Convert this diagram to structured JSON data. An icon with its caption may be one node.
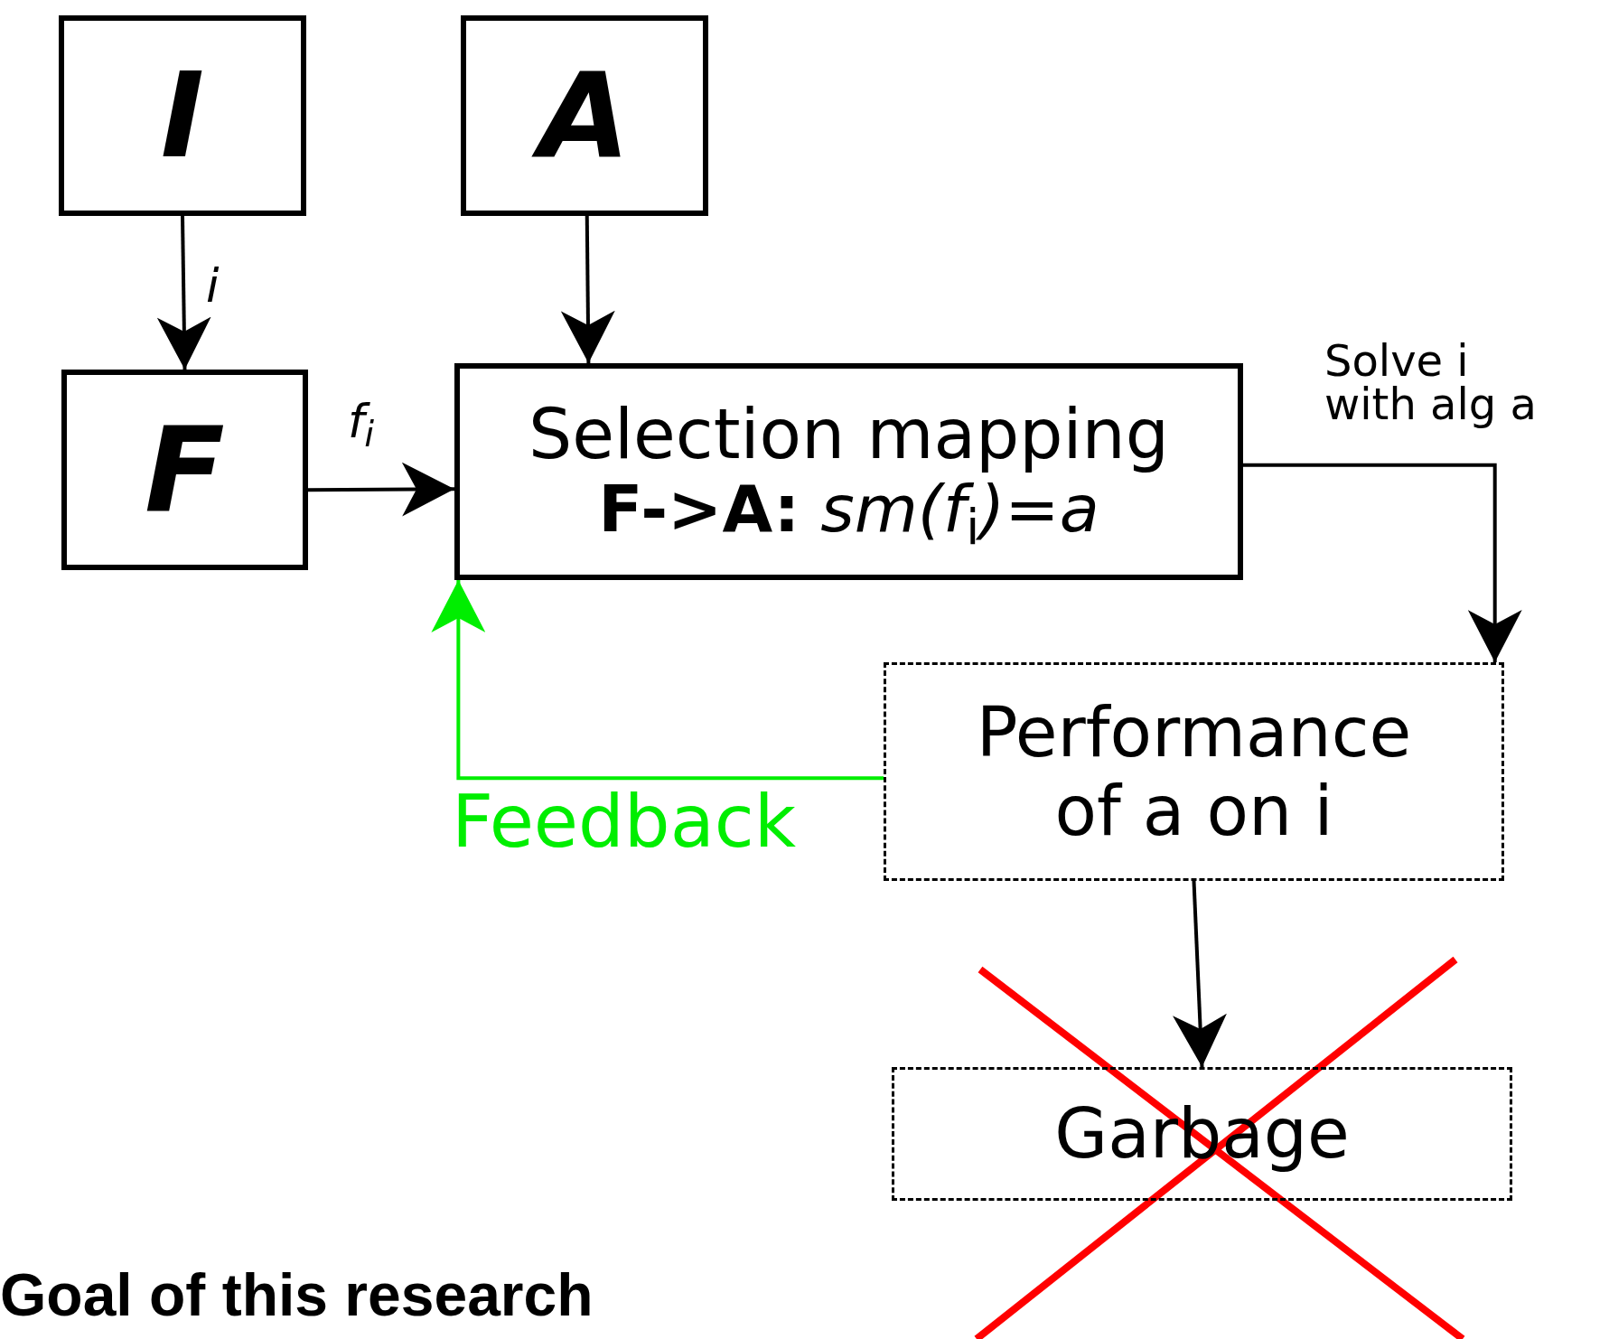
{
  "diagram": {
    "nodes": [
      {
        "text": [
          "I"
        ]
      },
      {
        "text": [
          "A"
        ]
      },
      {
        "text": [
          "F"
        ]
      },
      {
        "text": [
          "Selection mapping",
          "**F->A:** *sm(f*$_{i}$*)=a*"
        ]
      },
      {
        "text": [
          "Performance of a on i"
        ]
      },
      {
        "text": [
          "Garbage"
        ]
      }
    ],
    "edges": [
      {
        "from": 0,
        "to": 2,
        "arrow": "to",
        "label": "i"
      },
      {
        "from": 1,
        "to": 3,
        "arrow": "to"
      },
      {
        "from": 2,
        "to": 3,
        "arrow": "to",
        "label": "f$_{i}$"
      },
      {
        "from": 3,
        "to": 4,
        "arrow": "to",
        "label": "Solve i with alg a"
      },
      {
        "from": 4,
        "to": 3,
        "arrow": "to",
        "label": "Feedback",
        "color": "#00ee00"
      },
      {
        "from": 4,
        "to": 5,
        "arrow": "to"
      }
    ],
    "labels": [
      "Goal of this research"
    ]
  }
}
